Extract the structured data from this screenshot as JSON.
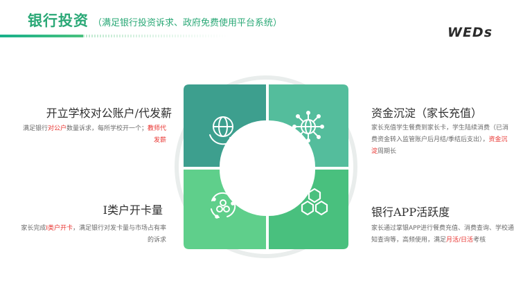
{
  "header": {
    "title": "银行投资",
    "subtitle": "（满足银行投资诉求、政府免费使用平台系统）",
    "logo_text": "WEDs"
  },
  "colors": {
    "accent": "#2aa876",
    "quad_top_left": "#3d9f8e",
    "quad_top_right": "#54bd9c",
    "quad_bottom_left": "#5fcf8b",
    "quad_bottom_right": "#49c07e",
    "highlight": "#e8322e"
  },
  "quadrants": {
    "top_left": {
      "icon": "globe-refresh-icon",
      "title": "开立学校对公账户/代发薪",
      "desc_parts": [
        "满足银行",
        "对公户",
        "数量诉求，每所学校开一个；",
        "教师代发薪"
      ]
    },
    "top_right": {
      "icon": "network-globe-icon",
      "title": "资金沉淀（家长充值）",
      "desc_parts": [
        "家长充值学生餐费到家长卡，学生陆续消费（已消费资金转入监管账户后月结/季结后支出），",
        "资金沉淀",
        "周期长"
      ]
    },
    "bottom_left": {
      "icon": "cycle-cluster-icon",
      "title": "I类户开卡量",
      "desc_parts": [
        "家长完成",
        "I类户开卡",
        "，满足银行对发卡量与市场占有率的诉求"
      ]
    },
    "bottom_right": {
      "icon": "hexagons-icon",
      "title": "银行APP活跃度",
      "desc_parts": [
        "家长通过掌银APP进行餐费充值、消费查询、学校通知查询等，高频使用，满足",
        "月活/日活",
        "考核"
      ]
    }
  }
}
